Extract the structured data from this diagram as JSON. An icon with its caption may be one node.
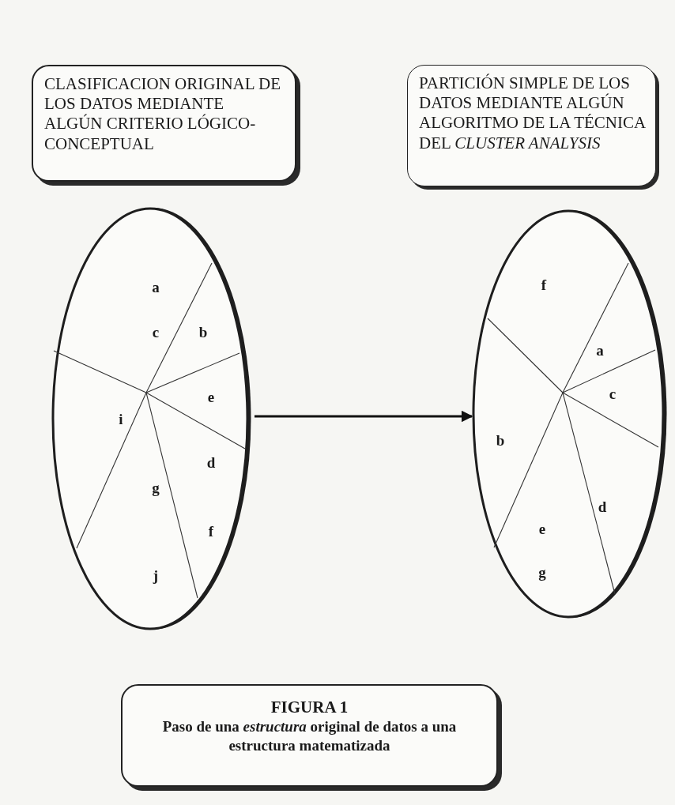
{
  "diagram": {
    "nodes": [
      {
        "text": [
          "CLASIFICACION ORIGINAL DE LOS DATOS MEDIANTE ALGÚN CRITERIO LÓGICO-CONCEPTUAL"
        ]
      },
      {
        "text": [
          "PARTICIÓN SIMPLE DE LOS DATOS MEDIANTE ALGÚN ALGORITMO DE LA TÉCNICA DEL *CLUSTER ANALYSIS*"
        ]
      },
      {
        "text": [
          "a",
          "c",
          "b",
          "e",
          "i",
          "d",
          "g",
          "f",
          "j"
        ]
      },
      {
        "text": [
          "f",
          "a",
          "c",
          "b",
          "d",
          "e",
          "g"
        ]
      },
      {
        "text": [
          "FIGURA 1",
          "Paso de una *estructura* original de datos a una estructura matematizada"
        ]
      }
    ],
    "edges": [
      {
        "from": 2,
        "to": 3,
        "arrow": "to"
      }
    ]
  }
}
